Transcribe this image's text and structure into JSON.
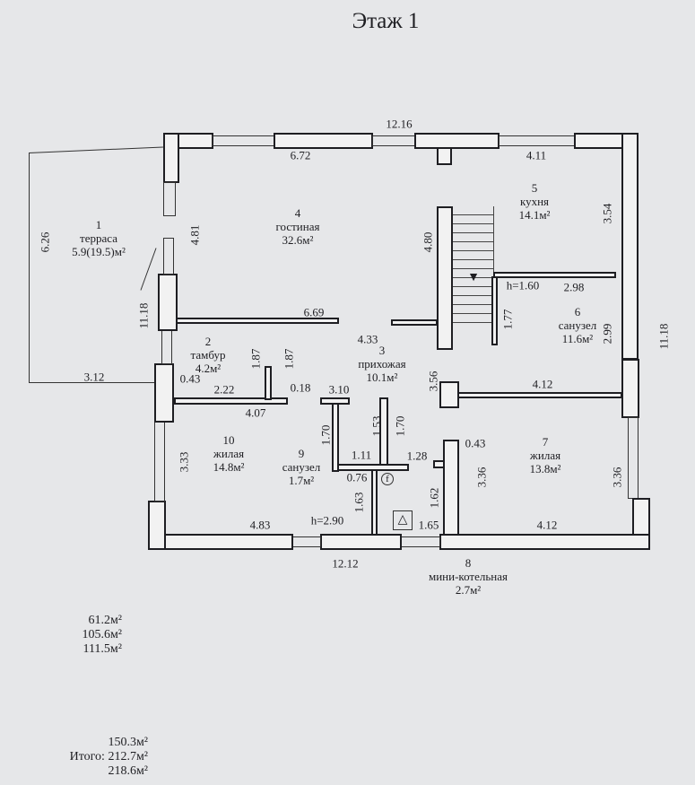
{
  "title": "Этаж 1",
  "rooms": [
    {
      "num": "1",
      "name": "терраса",
      "area": "5.9(19.5)м²"
    },
    {
      "num": "2",
      "name": "тамбур",
      "area": "4.2м²"
    },
    {
      "num": "3",
      "name": "прихожая",
      "area": "10.1м²"
    },
    {
      "num": "4",
      "name": "гостиная",
      "area": "32.6м²"
    },
    {
      "num": "5",
      "name": "кухня",
      "area": "14.1м²"
    },
    {
      "num": "6",
      "name": "санузел",
      "area": "11.6м²"
    },
    {
      "num": "7",
      "name": "жилая",
      "area": "13.8м²"
    },
    {
      "num": "8",
      "name": "мини-котельная",
      "area": "2.7м²"
    },
    {
      "num": "9",
      "name": "санузел",
      "area": "1.7м²"
    },
    {
      "num": "10",
      "name": "жилая",
      "area": "14.8м²"
    }
  ],
  "dims": {
    "top_total": "12.16",
    "top_left": "6.72",
    "top_right": "4.11",
    "living_wall": "6.69",
    "hall": "4.33",
    "kitchen_wall": "2.98",
    "h_kitchen": "h=1.60",
    "d043a": "0.43",
    "d222": "2.22",
    "d018": "0.18",
    "d407": "4.07",
    "d310": "3.10",
    "d111": "1.11",
    "d076": "0.76",
    "d128": "1.28",
    "d043b": "0.43",
    "d412a": "4.12",
    "d412b": "4.12",
    "d483": "4.83",
    "h_main": "h=2.90",
    "d165": "1.65",
    "bottom_total": "12.12",
    "d312": "3.12",
    "d626": "6.26",
    "d481": "4.81",
    "left_total": "11.18",
    "d480": "4.80",
    "d354": "3.54",
    "d177": "1.77",
    "d299": "2.99",
    "right_total": "11.18",
    "d187a": "1.87",
    "d187b": "1.87",
    "d356": "3.56",
    "d170a": "1.70",
    "d153": "1.53",
    "d170b": "1.70",
    "d333": "3.33",
    "d163": "1.63",
    "d162": "1.62",
    "d336a": "3.36",
    "d336b": "3.36"
  },
  "summary_top": [
    "61.2м²",
    "105.6м²",
    "111.5м²"
  ],
  "summary_bottom": {
    "line1": "150.3м²",
    "label": "Итого:",
    "line2": "212.7м²",
    "line3": "218.6м²"
  }
}
